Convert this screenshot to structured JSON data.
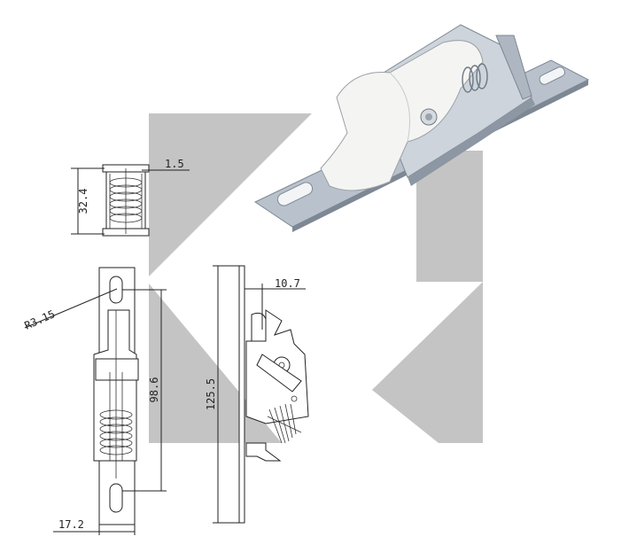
{
  "dimensions": {
    "top_view_width": "1.5",
    "top_view_height": "32.4",
    "radius": "R3.15",
    "hole_spacing": "98.6",
    "bottom_width": "17.2",
    "side_total_length": "125.5",
    "side_offset": "10.7"
  },
  "colors": {
    "watermark": "#c4c4c4",
    "metal": "#b9c2cc",
    "metal_dark": "#7d8894",
    "nylon": "#f4f4f2"
  }
}
